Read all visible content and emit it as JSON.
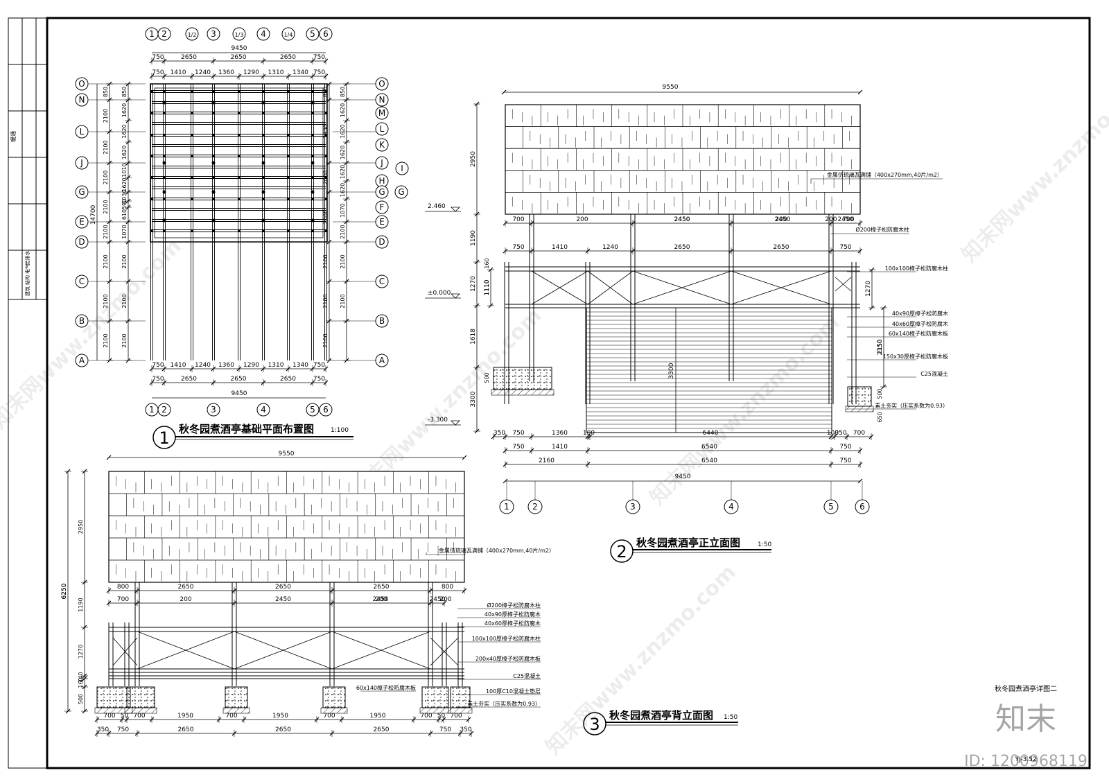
{
  "title_block": {
    "discipline_label": "暖通",
    "disciplines": [
      "建筑",
      "结构",
      "电气",
      "给排水"
    ],
    "sheet_title": "秋冬园煮酒亭详图二",
    "sheet_number": "YJ-3.52",
    "brand": "知末",
    "id_label": "ID: 1200968119"
  },
  "watermark": "知末网www.znzmo.com",
  "plan": {
    "number": "1",
    "title": "秋冬园煮酒亭基础平面布置图",
    "scale": "1:100",
    "total_width": "9450",
    "total_height": "14700",
    "top_dims_1": [
      "750",
      "2650",
      "2650",
      "2650",
      "750"
    ],
    "top_dims_2": [
      "750",
      "1410",
      "1240",
      "1360",
      "1290",
      "1310",
      "1340",
      "750"
    ],
    "axes_top": [
      "1",
      "2",
      "1/2",
      "3",
      "1/3",
      "4",
      "1/4",
      "5",
      "6"
    ],
    "axes_bottom": [
      "1",
      "2",
      "3",
      "4",
      "5",
      "6"
    ],
    "left_rows": [
      "O",
      "N",
      "L",
      "J",
      "G",
      "E",
      "D",
      "C",
      "B",
      "A"
    ],
    "right_rows": [
      "O",
      "N",
      "M",
      "L",
      "K",
      "J",
      "H",
      "G",
      "F",
      "E",
      "D",
      "C",
      "B",
      "A"
    ],
    "right_extra": "I",
    "left_dims_outer": [
      "850",
      "2100",
      "2100",
      "2100",
      "2100",
      "2100",
      "2100",
      "2100",
      "2100"
    ],
    "left_dims_inner": [
      "850",
      "1620",
      "1620",
      "1620",
      "1010",
      "1620",
      "1030",
      "590",
      "610",
      "1070",
      "2100",
      "2100",
      "2100"
    ],
    "right_dims_inner": [
      "850",
      "1620",
      "1620",
      "1620",
      "1620",
      "1620",
      "1070",
      "2100",
      "2100",
      "2100"
    ],
    "right_dims_outer": [
      "850",
      "1930",
      "2000",
      "2000",
      "2100",
      "2100",
      "2100"
    ]
  },
  "front": {
    "number": "2",
    "title": "秋冬园煮酒亭正立面图",
    "scale": "1:50",
    "top_dim": "9550",
    "height_dims": [
      "2950",
      "1190",
      "1270",
      "1618",
      "3300",
      "500"
    ],
    "inner_height": "1110",
    "small_dim": "160",
    "elevations": [
      "2.460",
      "±0.000",
      "-3.300"
    ],
    "post_dims": [
      "700",
      "200",
      "2450",
      "200",
      "2450",
      "200",
      "2450",
      "200",
      "700"
    ],
    "rail_dims": [
      "750",
      "1410",
      "1240",
      "2650",
      "2650",
      "750"
    ],
    "center_height": "3300",
    "bottom_dims_1": [
      "350",
      "750",
      "1360",
      "100",
      "6440",
      "100",
      "350",
      "700"
    ],
    "bottom_dims_2": [
      "750",
      "1410",
      "6540",
      "750"
    ],
    "bottom_dims_3": [
      "2160",
      "6540",
      "750"
    ],
    "bottom_total": "9450",
    "axes": [
      "1",
      "2",
      "3",
      "4",
      "5",
      "6"
    ],
    "right_dims": [
      "1270",
      "2150",
      "500",
      "650"
    ],
    "labels": [
      "金属仿琉璃瓦满铺（400x270mm,40片/m2）",
      "Ø200樟子松防腐木柱",
      "100x100樟子松防腐木柱",
      "40x90厚樟子松防腐木",
      "40x60厚樟子松防腐木",
      "60x140樟子松防腐木板",
      "150x30厚樟子松防腐木板",
      "C25混凝土",
      "素土夯实（压实系数为0.93）"
    ]
  },
  "back": {
    "number": "3",
    "title": "秋冬园煮酒亭背立面图",
    "scale": "1:50",
    "top_dim": "9550",
    "total_height": "6250",
    "height_dims": [
      "2950",
      "1190",
      "1270",
      "140",
      "160",
      "500"
    ],
    "roof_dims": [
      "800",
      "2650",
      "2650",
      "2650",
      "800"
    ],
    "post_dims": [
      "700",
      "200",
      "2450",
      "200",
      "2450",
      "200",
      "2450",
      "200"
    ],
    "bottom_dims_1": [
      "700",
      "50",
      "700",
      "1950",
      "700",
      "1950",
      "700",
      "1950",
      "700",
      "50",
      "700"
    ],
    "bottom_dims_2": [
      "350",
      "750",
      "2650",
      "2650",
      "2650",
      "750",
      "350"
    ],
    "labels": [
      "金属仿琉璃瓦满铺（400x270mm,40片/m2）",
      "Ø200樟子松防腐木柱",
      "40x90厚樟子松防腐木",
      "40x60厚樟子松防腐木",
      "100x100厚樟子松防腐木柱",
      "200x40厚樟子松防腐木板",
      "C25混凝土",
      "100厚C10混凝土垫层",
      "素土夯实（压实系数为0.93）",
      "60x140樟子松防腐木板"
    ]
  }
}
